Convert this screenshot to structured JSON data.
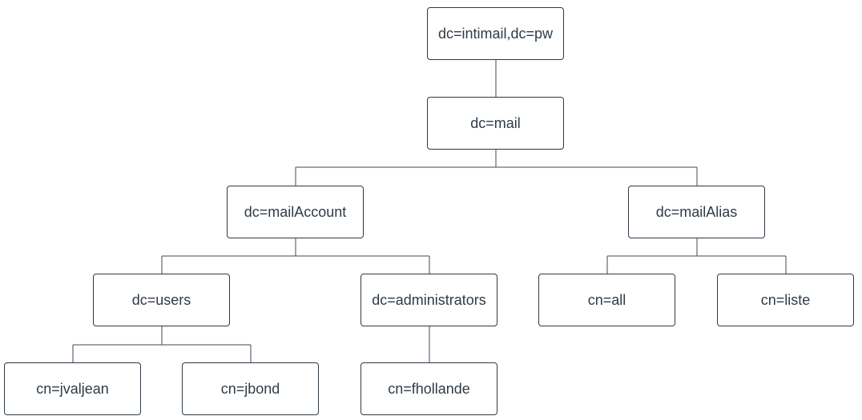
{
  "tree": {
    "root": "dc=intimail,dc=pw",
    "mail": "dc=mail",
    "mail_account": "dc=mailAccount",
    "mail_alias": "dc=mailAlias",
    "users": "dc=users",
    "administrators": "dc=administrators",
    "all": "cn=all",
    "liste": "cn=liste",
    "jvaljean": "cn=jvaljean",
    "jbond": "cn=jbond",
    "fhollande": "cn=fhollande"
  },
  "colors": {
    "node_border": "#2f3a45",
    "connector": "#3f4a56",
    "text": "#2f3b48",
    "background": "#ffffff"
  }
}
